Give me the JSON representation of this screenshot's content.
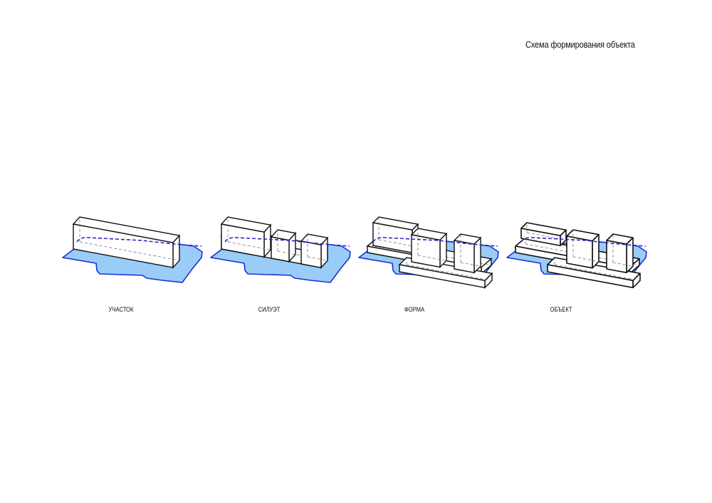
{
  "title": "Схема формирования объекта",
  "stages": [
    {
      "label": "УЧАСТОК"
    },
    {
      "label": "СИЛУЭТ"
    },
    {
      "label": "ФОРМА"
    },
    {
      "label": "ОБЪЕКТ"
    }
  ],
  "colors": {
    "water": "#99ccf7",
    "water_edge": "#1a2fd6",
    "silhouette_line": "#2a2ac8",
    "outline": "#111111"
  }
}
